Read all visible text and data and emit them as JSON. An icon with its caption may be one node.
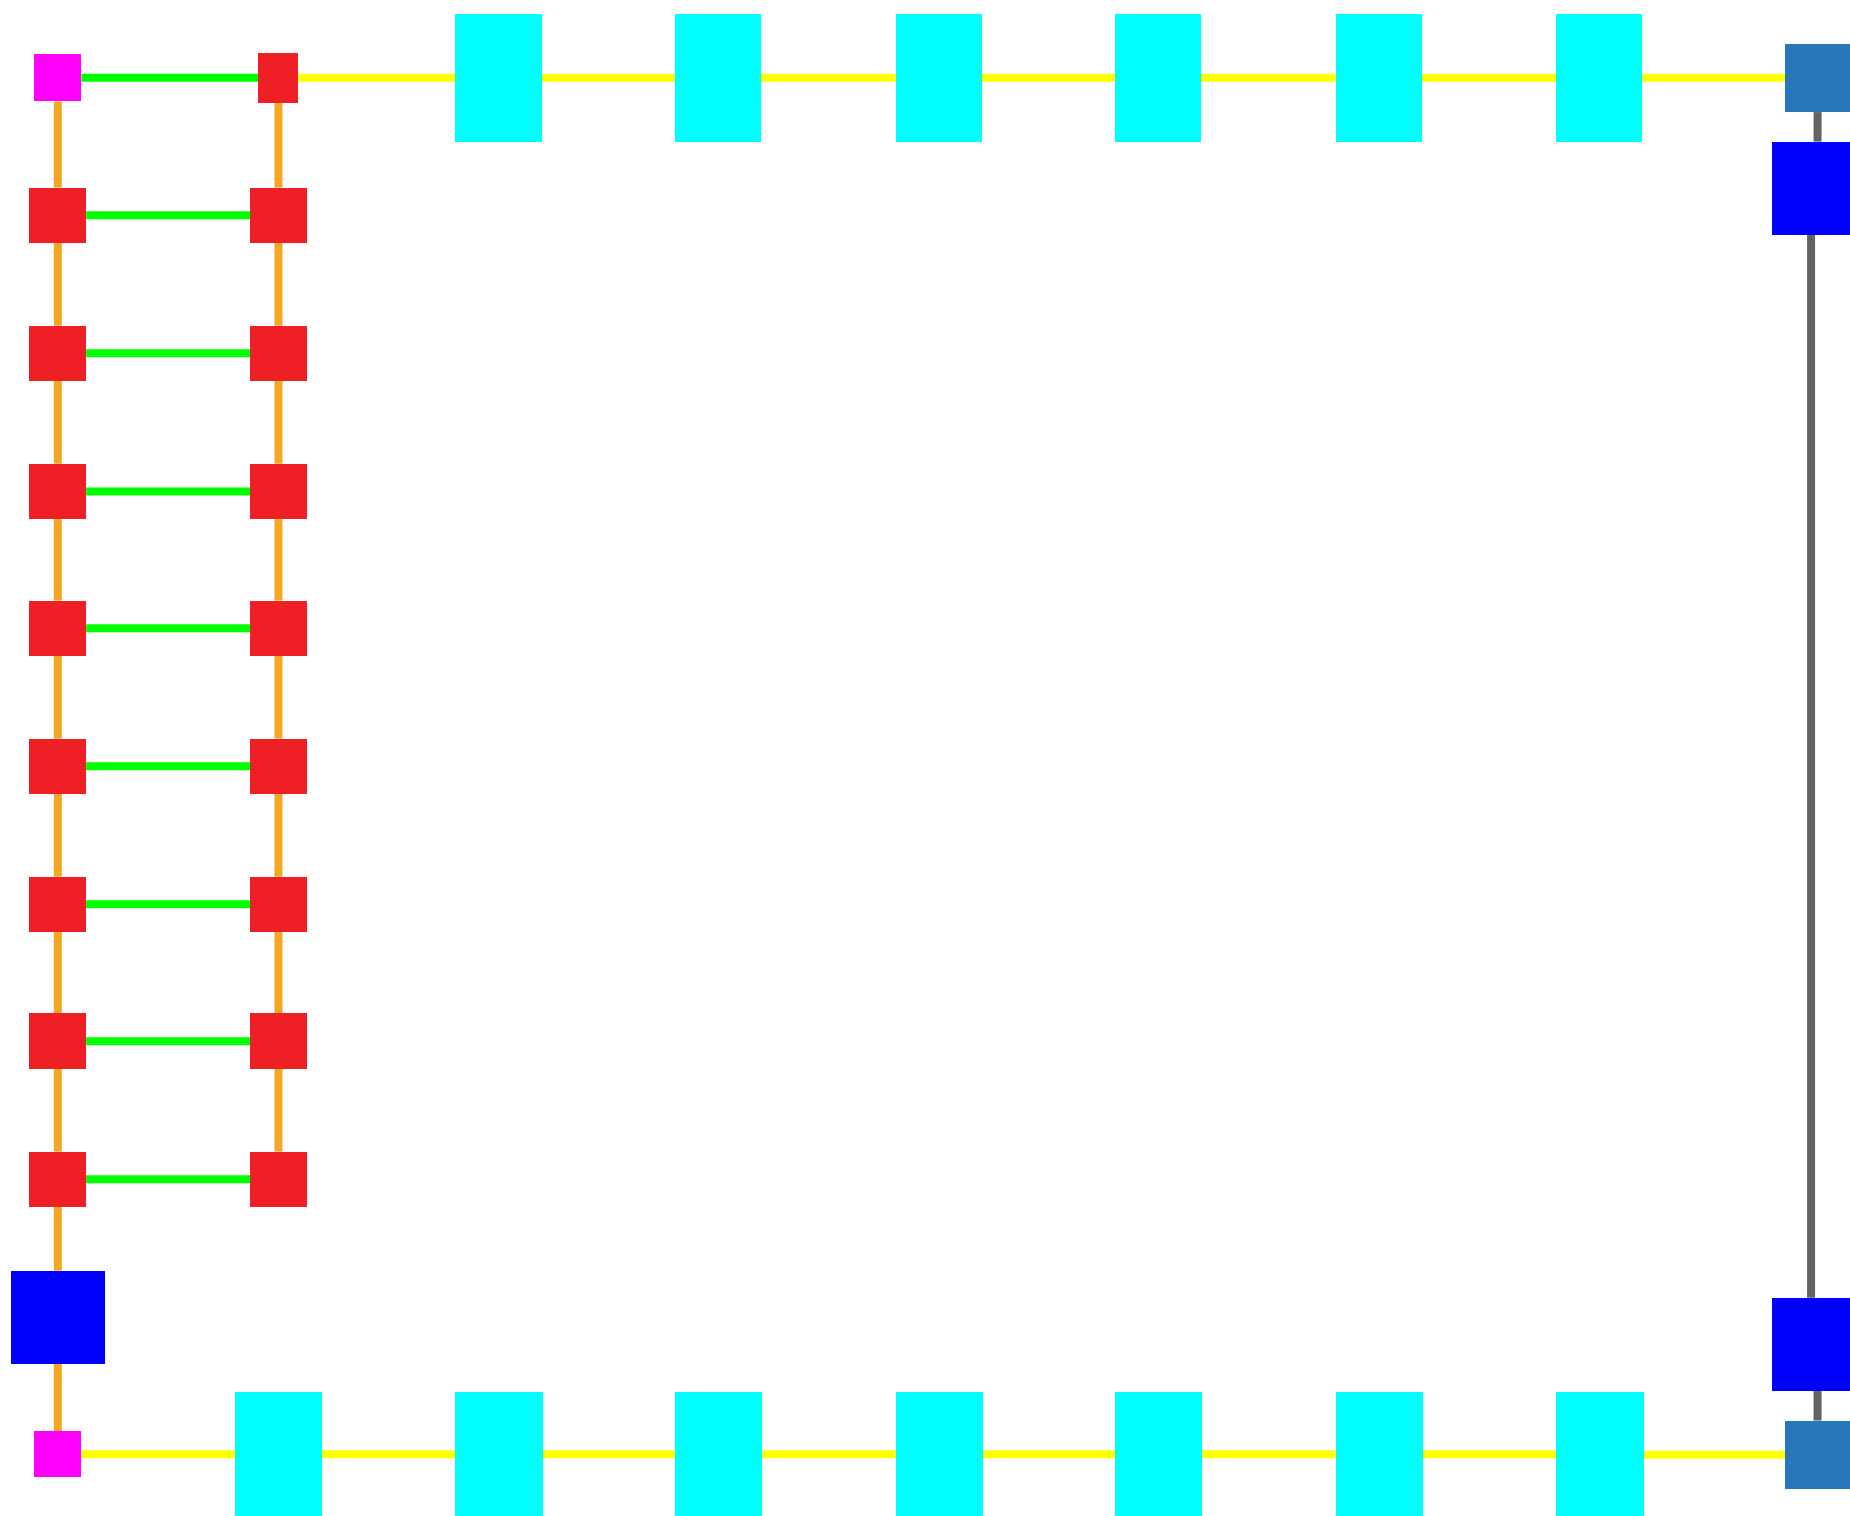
{
  "diagram": {
    "nodes": [
      {
        "text": [],
        "shape": "box"
      },
      {
        "text": [],
        "shape": "box"
      },
      {
        "text": [],
        "shape": "box"
      },
      {
        "text": [],
        "shape": "box"
      },
      {
        "text": [],
        "shape": "box"
      },
      {
        "text": [],
        "shape": "box"
      },
      {
        "text": [],
        "shape": "box"
      },
      {
        "text": [],
        "shape": "box"
      },
      {
        "text": [],
        "shape": "box"
      },
      {
        "text": [],
        "shape": "box"
      },
      {
        "text": [],
        "shape": "box"
      },
      {
        "text": [],
        "shape": "box"
      },
      {
        "text": [],
        "shape": "box"
      },
      {
        "text": [],
        "shape": "box"
      },
      {
        "text": [],
        "shape": "box"
      },
      {
        "text": [],
        "shape": "box"
      },
      {
        "text": [],
        "shape": "box"
      },
      {
        "text": [],
        "shape": "box"
      },
      {
        "text": [],
        "shape": "box"
      },
      {
        "text": [],
        "shape": "box"
      },
      {
        "text": [],
        "shape": "box"
      },
      {
        "text": [],
        "shape": "box"
      },
      {
        "text": [],
        "shape": "box"
      },
      {
        "text": [],
        "shape": "box"
      },
      {
        "text": [],
        "shape": "box"
      },
      {
        "text": [],
        "shape": "box"
      },
      {
        "text": [],
        "shape": "box"
      },
      {
        "text": [],
        "shape": "box"
      },
      {
        "text": [],
        "shape": "box"
      },
      {
        "text": [],
        "shape": "box"
      },
      {
        "text": [],
        "shape": "box"
      },
      {
        "text": [],
        "shape": "box"
      },
      {
        "text": [],
        "shape": "box"
      },
      {
        "text": [],
        "shape": "box"
      },
      {
        "text": [],
        "shape": "box"
      },
      {
        "text": [],
        "shape": "box"
      },
      {
        "text": [],
        "shape": "box"
      }
    ],
    "edges": [
      {
        "from": 0,
        "to": 1,
        "arrow": "none",
        "color": "#00ff00"
      },
      {
        "from": 1,
        "to": 2,
        "arrow": "none",
        "color": "#ffff00"
      },
      {
        "from": 2,
        "to": 3,
        "arrow": "none",
        "color": "#ffff00"
      },
      {
        "from": 3,
        "to": 4,
        "arrow": "none",
        "color": "#ffff00"
      },
      {
        "from": 4,
        "to": 5,
        "arrow": "none",
        "color": "#ffff00"
      },
      {
        "from": 5,
        "to": 6,
        "arrow": "none",
        "color": "#ffff00"
      },
      {
        "from": 6,
        "to": 7,
        "arrow": "none",
        "color": "#ffff00"
      },
      {
        "from": 7,
        "to": 8,
        "arrow": "none",
        "color": "#ffff00"
      },
      {
        "from": 8,
        "to": 9,
        "arrow": "none",
        "color": "#636363"
      },
      {
        "from": 9,
        "to": 27,
        "arrow": "none",
        "color": "#636363"
      },
      {
        "from": 27,
        "to": 36,
        "arrow": "none",
        "color": "#636363"
      },
      {
        "from": 0,
        "to": 10,
        "arrow": "none"
      },
      {
        "from": 1,
        "to": 11,
        "arrow": "none"
      },
      {
        "from": 10,
        "to": 11,
        "arrow": "none",
        "color": "#00ff00"
      },
      {
        "from": 10,
        "to": 12,
        "arrow": "none"
      },
      {
        "from": 11,
        "to": 13,
        "arrow": "none"
      },
      {
        "from": 12,
        "to": 13,
        "arrow": "none",
        "color": "#00ff00"
      },
      {
        "from": 12,
        "to": 14,
        "arrow": "none"
      },
      {
        "from": 13,
        "to": 15,
        "arrow": "none"
      },
      {
        "from": 14,
        "to": 15,
        "arrow": "none",
        "color": "#00ff00"
      },
      {
        "from": 14,
        "to": 16,
        "arrow": "none"
      },
      {
        "from": 15,
        "to": 17,
        "arrow": "none"
      },
      {
        "from": 16,
        "to": 17,
        "arrow": "none",
        "color": "#00ff00"
      },
      {
        "from": 16,
        "to": 18,
        "arrow": "none"
      },
      {
        "from": 17,
        "to": 19,
        "arrow": "none"
      },
      {
        "from": 18,
        "to": 19,
        "arrow": "none",
        "color": "#00ff00"
      },
      {
        "from": 18,
        "to": 20,
        "arrow": "none"
      },
      {
        "from": 19,
        "to": 21,
        "arrow": "none"
      },
      {
        "from": 20,
        "to": 21,
        "arrow": "none",
        "color": "#00ff00"
      },
      {
        "from": 20,
        "to": 22,
        "arrow": "none"
      },
      {
        "from": 21,
        "to": 23,
        "arrow": "none"
      },
      {
        "from": 22,
        "to": 23,
        "arrow": "none",
        "color": "#00ff00"
      },
      {
        "from": 22,
        "to": 24,
        "arrow": "none"
      },
      {
        "from": 23,
        "to": 25,
        "arrow": "none"
      },
      {
        "from": 24,
        "to": 25,
        "arrow": "none",
        "color": "#00ff00"
      },
      {
        "from": 24,
        "to": 26,
        "arrow": "none"
      },
      {
        "from": 26,
        "to": 28,
        "arrow": "none"
      },
      {
        "from": 28,
        "to": 29,
        "arrow": "none",
        "color": "#ffff00"
      },
      {
        "from": 29,
        "to": 30,
        "arrow": "none",
        "color": "#ffff00"
      },
      {
        "from": 30,
        "to": 31,
        "arrow": "none",
        "color": "#ffff00"
      },
      {
        "from": 31,
        "to": 32,
        "arrow": "none",
        "color": "#ffff00"
      },
      {
        "from": 32,
        "to": 33,
        "arrow": "none",
        "color": "#ffff00"
      },
      {
        "from": 33,
        "to": 34,
        "arrow": "none",
        "color": "#ffff00"
      },
      {
        "from": 34,
        "to": 35,
        "arrow": "none",
        "color": "#ffff00"
      },
      {
        "from": 35,
        "to": 36,
        "arrow": "none",
        "color": "#ffff00"
      }
    ]
  }
}
